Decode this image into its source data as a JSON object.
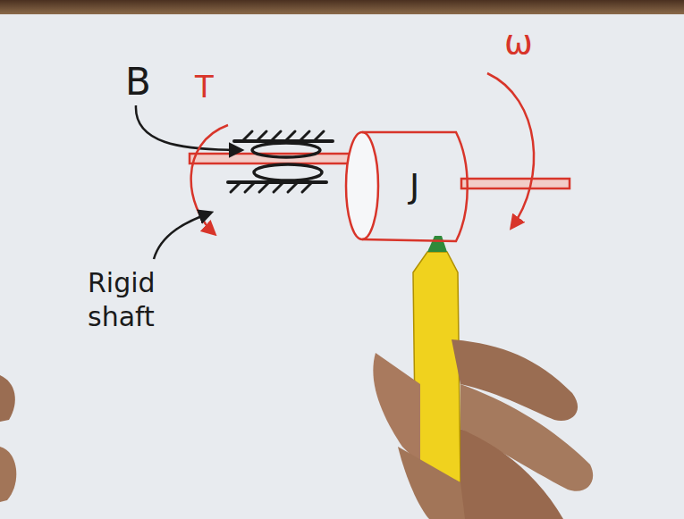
{
  "diagram": {
    "nodes": [
      {
        "text": [
          "J"
        ]
      }
    ],
    "labels": [
      "B",
      "T",
      "ω",
      "Rigid shaft"
    ]
  }
}
